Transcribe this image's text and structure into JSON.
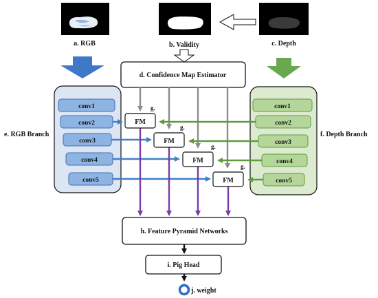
{
  "inputs": {
    "rgb_label": "a. RGB",
    "validity_label": "b. Validity",
    "depth_label": "c. Depth"
  },
  "confidence": {
    "label": "d. Confidence Map Estimator"
  },
  "rgb_branch": {
    "label": "e. RGB Branch",
    "convs": [
      "conv1",
      "conv2",
      "conv3",
      "conv4",
      "conv5"
    ]
  },
  "depth_branch": {
    "label": "f. Depth Branch",
    "convs": [
      "conv1",
      "conv2",
      "conv3",
      "conv4",
      "conv5"
    ]
  },
  "fusion": {
    "fm_label": "FM",
    "g_label": "g."
  },
  "fpn": {
    "label": "h. Feature Pyramid Networks"
  },
  "head": {
    "label": "i. Pig Head"
  },
  "weight": {
    "label": "j. weight"
  },
  "colors": {
    "rgb_panel": "#dbe5f4",
    "rgb_conv": "#8eb4e3",
    "rgb_arrow": "#3f7fc8",
    "depth_panel": "#dcebd0",
    "depth_conv": "#b5d69a",
    "depth_arrow": "#5f9a3c",
    "purple": "#7b3aa7",
    "gray": "#8c8c8c",
    "weight_ring": "#2f6dc4"
  }
}
